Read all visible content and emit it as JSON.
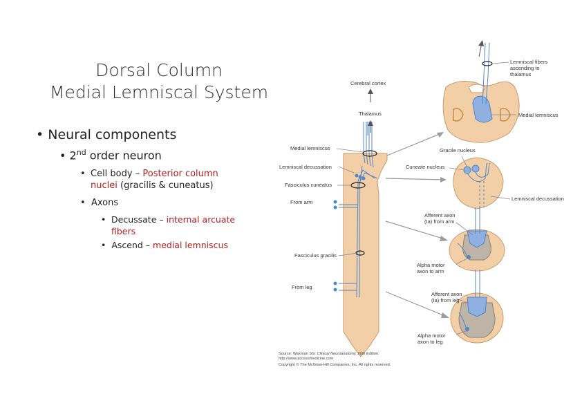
{
  "title": {
    "line1": "Dorsal Column",
    "line2": "Medial Lemniscal System"
  },
  "bullets": {
    "b1": "Neural components",
    "b2_pre": "2",
    "b2_sup": "nd",
    "b2_post": " order neuron",
    "b3a_pre": "Cell body – ",
    "b3a_red1": "Posterior column",
    "b3a_red2": "nuclei",
    "b3a_post": " (gracilis & cuneatus)",
    "b3b": "Axons",
    "b4a_pre": "Decussate – ",
    "b4a_red1": "internal arcuate",
    "b4a_red2": "fibers",
    "b4b_pre": "Ascend – ",
    "b4b_red": "medial lemniscus"
  },
  "figure": {
    "labels": {
      "cerebral_cortex": "Cerebral cortex",
      "thalamus": "Thalamus",
      "medial_lemniscus_left": "Medial lemniscus",
      "lemniscal_decussation_left": "Lemniscal decussation",
      "fasciculus_cuneatus": "Fasciculus cuneatus",
      "from_arm": "From arm",
      "fasciculus_gracilis": "Fasciculus gracilis",
      "from_leg": "From leg",
      "lemniscal_fibers_1": "Lemniscal fibers",
      "lemniscal_fibers_2": "ascending to",
      "lemniscal_fibers_3": "thalamus",
      "medial_lemniscus_right": "Medial lemniscus",
      "gracile_nucleus": "Gracile nucleus",
      "cuneate_nucleus": "Cuneate nucleus",
      "lemniscal_decussation_right": "Lemniscal decussation",
      "afferent_arm_1": "Afferent axon",
      "afferent_arm_2": "(Ia) from arm",
      "alpha_arm_1": "Alpha motor",
      "alpha_arm_2": "axon to arm",
      "afferent_leg_1": "Afferent axon",
      "afferent_leg_2": "(Ia) from leg",
      "alpha_leg_1": "Alpha motor",
      "alpha_leg_2": "axon to leg"
    },
    "source": {
      "line1_pre": "Source: Waxman SG: ",
      "line1_ital": "Clinical Neuroanatomy, 26th Edition:",
      "line2": "http://www.accessmedicine.com",
      "line3": "Copyright © The McGraw-Hill Companies, Inc. All rights reserved."
    }
  },
  "colors": {
    "red_text": "#b21e1e",
    "tissue": "#f2cfa6",
    "tissue_edge": "#c89a6a",
    "fiber_blue": "#4f86c6",
    "lemniscus_fill": "#8fb0e0",
    "gray_matter": "#bfb4a8"
  }
}
